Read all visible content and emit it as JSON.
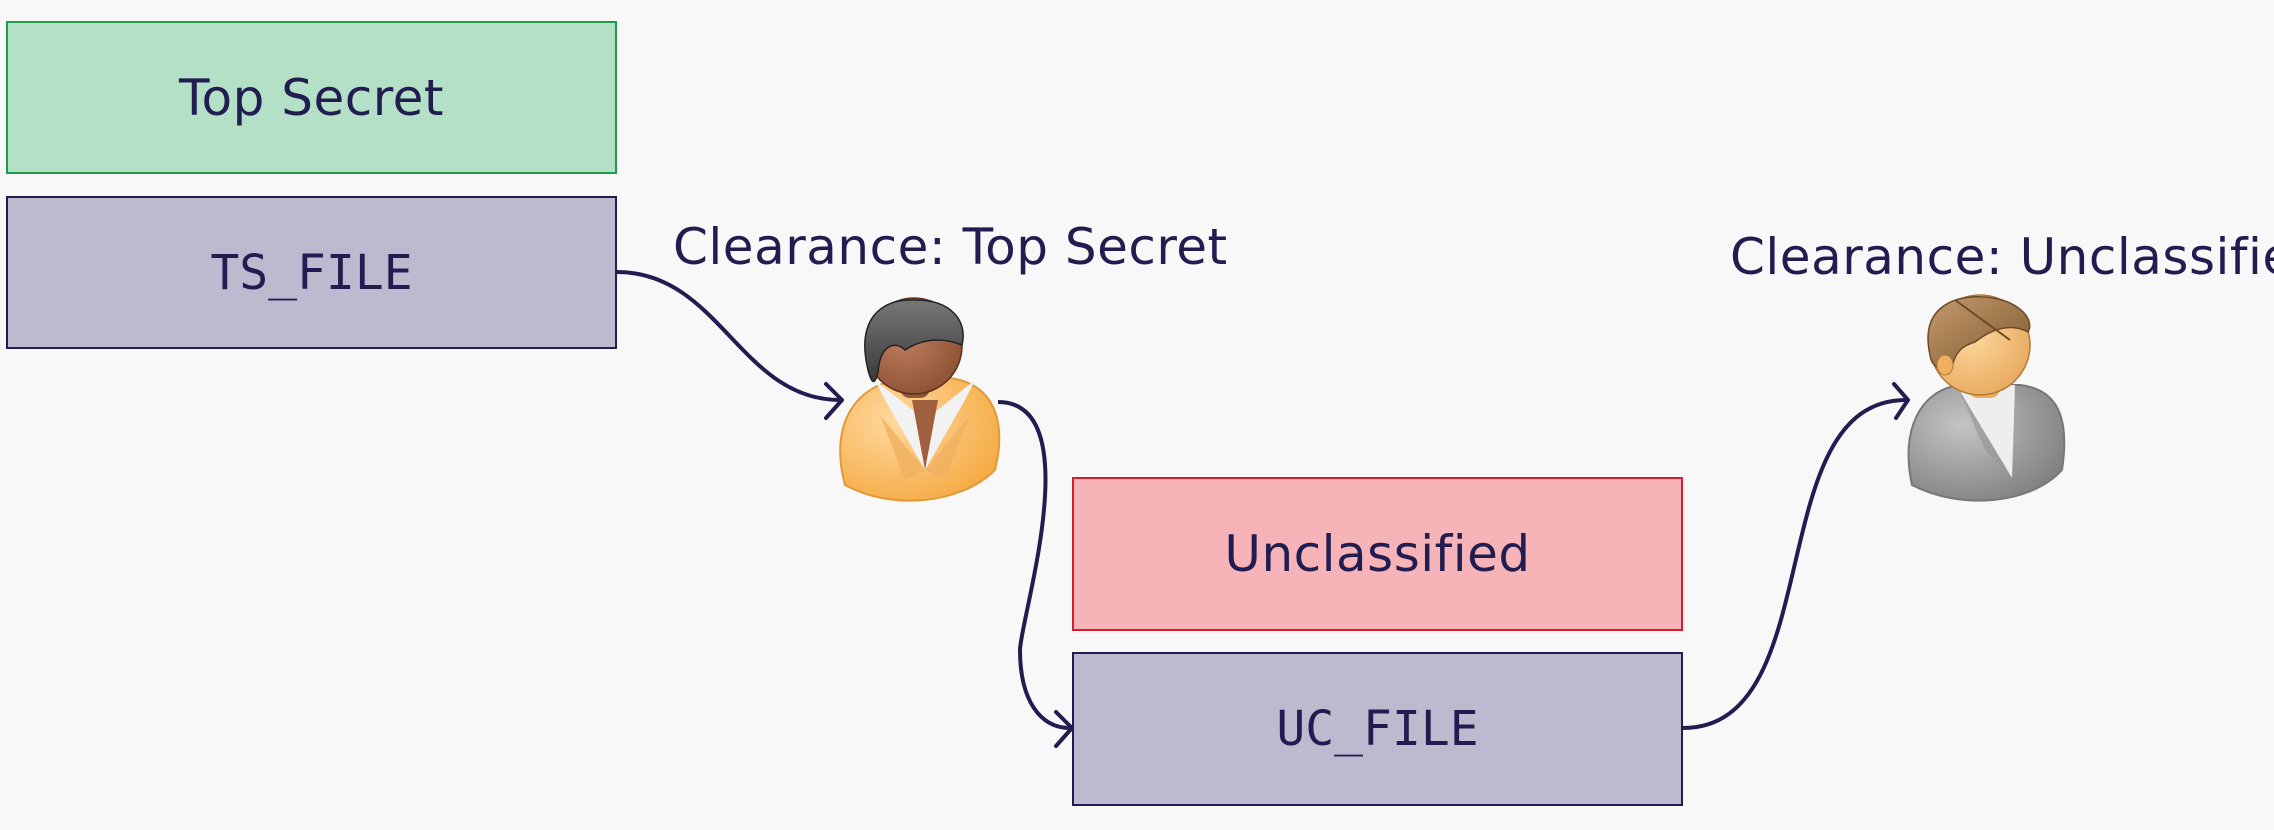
{
  "boxes": {
    "top_secret_level": "Top Secret",
    "ts_file": "TS_FILE",
    "unclassified_level": "Unclassified",
    "uc_file": "UC_FILE"
  },
  "users": {
    "high_user": {
      "clearance_label": "Clearance:  Top Secret",
      "icon": "user-icon-dark-hair-orange-suit"
    },
    "low_user": {
      "clearance_label": "Clearance:  Unclassified",
      "icon": "user-icon-brown-hair-gray-suit"
    }
  },
  "colors": {
    "ink": "#221d50",
    "top_secret_fill": "#b4e0c8",
    "top_secret_border": "#1e9b4b",
    "unclassified_fill": "#f6b4b9",
    "unclassified_border": "#d21e2d",
    "file_fill": "#bdb9cf"
  }
}
